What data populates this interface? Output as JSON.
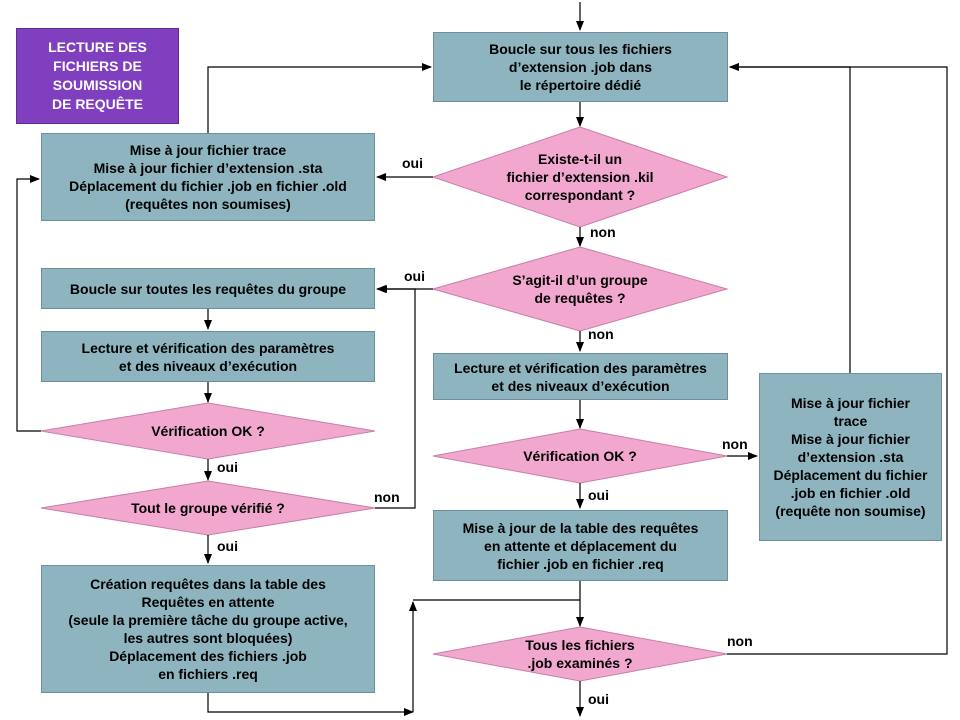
{
  "title": [
    "LECTURE DES",
    "FICHIERS DE",
    "SOUMISSION",
    "DE REQUÊTE"
  ],
  "colors": {
    "process": "#8db4bf",
    "decision": "#f2a7cf",
    "title": "#7f3fbf",
    "line": "#000000"
  },
  "nodes": {
    "loop_files": [
      "Boucle sur tous les fichiers",
      "d’extension .job dans",
      "le répertoire dédié"
    ],
    "kil_exists": [
      "Existe-t-il un",
      "fichier d’extension .kil",
      "correspondant ?"
    ],
    "update_trace_top": [
      "Mise à jour fichier trace",
      "Mise à jour fichier d’extension .sta",
      "Déplacement du fichier .job en fichier .old",
      "(requêtes non soumises)"
    ],
    "is_group": [
      "S’agit-il d’un groupe",
      "de requêtes ?"
    ],
    "loop_group": [
      "Boucle sur toutes les requêtes du groupe"
    ],
    "read_check_left": [
      "Lecture et vérification des paramètres",
      "et des niveaux d’exécution"
    ],
    "check_ok_left": [
      "Vérification OK ?"
    ],
    "group_checked": [
      "Tout le groupe vérifié ?"
    ],
    "create_requests": [
      "Création requêtes dans la table des",
      "Requêtes en attente",
      "(seule la première tâche du groupe active,",
      "les autres sont bloquées)",
      "Déplacement des fichiers .job",
      "en fichiers .req"
    ],
    "read_check_right": [
      "Lecture et vérification des paramètres",
      "et des niveaux d’exécution"
    ],
    "check_ok_right": [
      "Vérification OK ?"
    ],
    "update_table": [
      "Mise à jour de la table des requêtes",
      "en attente et déplacement du",
      "fichier .job en fichier .req"
    ],
    "update_trace_right": [
      "Mise à jour fichier",
      "trace",
      "Mise à jour fichier",
      "d’extension .sta",
      "Déplacement du fichier",
      ".job en fichier .old",
      "(requête non soumise)"
    ],
    "all_examined": [
      "Tous les fichiers",
      ".job examinés ?"
    ]
  },
  "edge_labels": {
    "kil_yes": "oui",
    "kil_no": "non",
    "group_yes": "oui",
    "group_no": "non",
    "check_left_yes": "oui",
    "group_checked_no": "non",
    "group_checked_yes": "oui",
    "check_right_no": "non",
    "check_right_yes": "oui",
    "examined_no": "non",
    "examined_yes": "oui"
  }
}
